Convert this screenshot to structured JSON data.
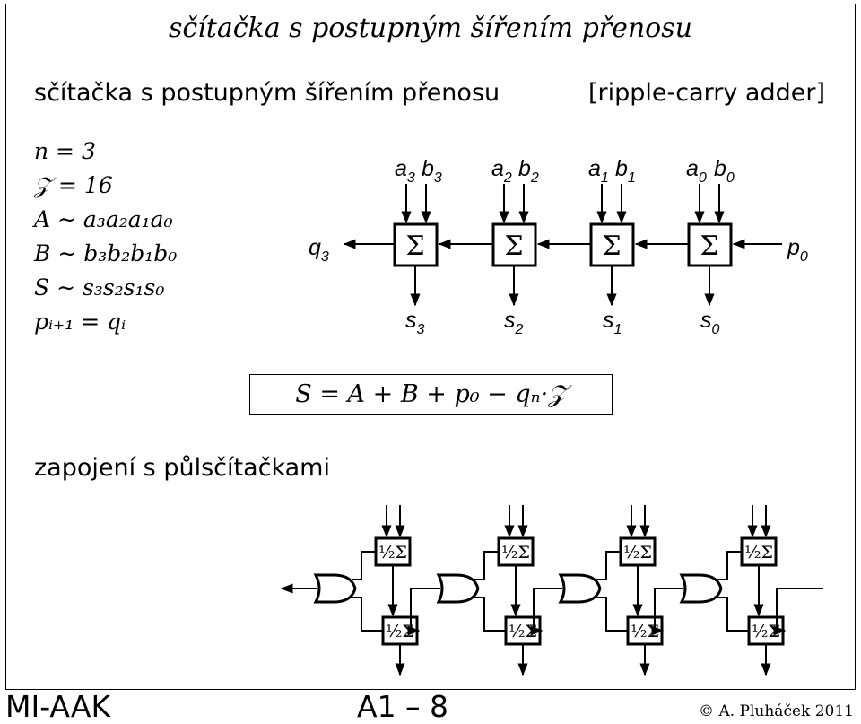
{
  "slide_title": "sčítačka s postupným šířením přenosu",
  "section1_title": "sčítačka s postupným šířením přenosu",
  "section1_note": "[ripple-carry adder]",
  "definitions": [
    "n = 3",
    "𝒵 = 16",
    "A ∼ a₃a₂a₁a₀",
    "B ∼ b₃b₂b₁b₀",
    "S ∼ s₃s₂s₁s₀",
    "pᵢ₊₁ = qᵢ"
  ],
  "formula": "S = A + B + p₀ − qₙ·𝒵",
  "section2_title": "zapojení s půlsčítačkami",
  "adder_symbol": "Σ",
  "half_adder_symbol": "½Σ",
  "adders": [
    {
      "a": "a",
      "a_sub": "3",
      "b": "b",
      "b_sub": "3",
      "s": "s",
      "s_sub": "3"
    },
    {
      "a": "a",
      "a_sub": "2",
      "b": "b",
      "b_sub": "2",
      "s": "s",
      "s_sub": "2"
    },
    {
      "a": "a",
      "a_sub": "1",
      "b": "b",
      "b_sub": "1",
      "s": "s",
      "s_sub": "1"
    },
    {
      "a": "a",
      "a_sub": "0",
      "b": "b",
      "b_sub": "0",
      "s": "s",
      "s_sub": "0"
    }
  ],
  "carry_out": {
    "name": "q",
    "sub": "3"
  },
  "carry_in": {
    "name": "p",
    "sub": "0"
  },
  "footer": {
    "course": "MI-AAK",
    "slide": "A1 – 8",
    "copyright": "© A. Pluháček 2011"
  }
}
